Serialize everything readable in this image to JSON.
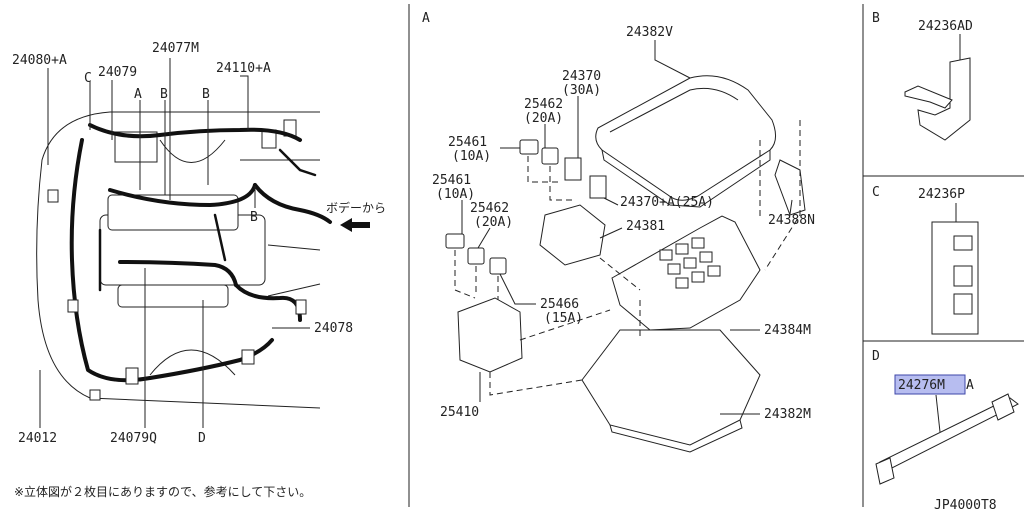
{
  "sections": {
    "a": "A",
    "b": "B",
    "c": "C",
    "d": "D"
  },
  "main": {
    "parts": {
      "p24080a": "24080+A",
      "p24079": "24079",
      "p24077m": "24077M",
      "p24110a": "24110+A",
      "p24078": "24078",
      "p24012": "24012",
      "p24079q": "24079Q"
    },
    "callouts": {
      "c": "C",
      "a": "A",
      "b1": "B",
      "b2": "B",
      "b3": "B",
      "d": "D"
    },
    "body_label": "ボデーから",
    "note": "※立体図が２枚目にありますので、参考にして下さい。"
  },
  "fusebox": {
    "parts": {
      "p24382v": "24382V",
      "p24370": "24370",
      "p24370_rating": "(30A)",
      "p25462a": "25462",
      "p25462a_rating": "(20A)",
      "p25461a": "25461",
      "p25461a_rating": "(10A)",
      "p25461b": "25461",
      "p25461b_rating": "(10A)",
      "p25462b": "25462",
      "p25462b_rating": "(20A)",
      "p24370a": "24370+A(25A)",
      "p24381": "24381",
      "p24388n": "24388N",
      "p25466": "25466",
      "p25466_rating": "(15A)",
      "p24384m": "24384M",
      "p25410": "25410",
      "p24382m": "24382M"
    }
  },
  "panel_b": {
    "part": "24236AD"
  },
  "panel_c": {
    "part": "24236P"
  },
  "panel_d": {
    "part_highlight": "24276M",
    "part_suffix": "A"
  },
  "drawing_code": "JP4000T8",
  "colors": {
    "highlight": "#b7bdf0",
    "line": "#222222"
  }
}
